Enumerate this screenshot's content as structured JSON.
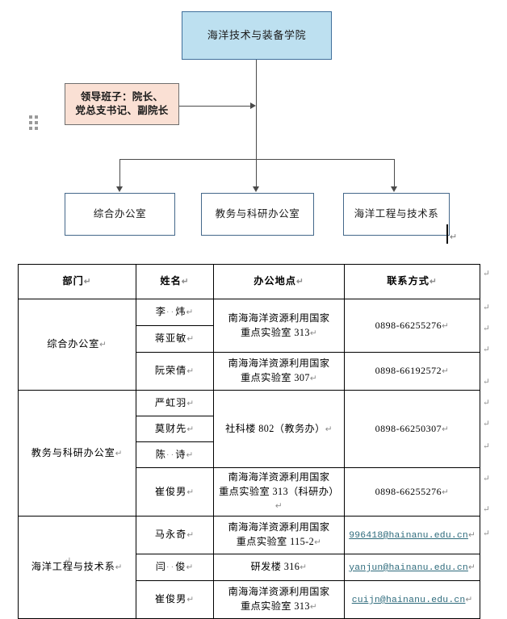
{
  "org_chart": {
    "root": {
      "label": "海洋技术与装备学院",
      "fill": "#bde0f0",
      "border": "#3f6f9b"
    },
    "leadership": {
      "label": "领导班子：院长、党总支书记、副院长",
      "line1": "领导班子：院长、",
      "line2": "党总支书记、副院长",
      "fill": "#fae0d4",
      "border": "#6f6f6f"
    },
    "children": [
      {
        "label": "综合办公室"
      },
      {
        "label": "教务与科研办公室"
      },
      {
        "label": "海洋工程与技术系"
      }
    ]
  },
  "table": {
    "headers": [
      "部门",
      "姓名",
      "办公地点",
      "联系方式"
    ],
    "groups": [
      {
        "department": "综合办公室",
        "rows": [
          {
            "name": "李　炜",
            "name_prefix": "李",
            "name_suffix": "炜",
            "place": "南海海洋资源利用国家重点实验室 313",
            "place_line1": "南海海洋资源利用国家",
            "place_line2": "重点实验室 313",
            "contact": "0898-66255276",
            "contact_type": "phone"
          },
          {
            "name": "蒋亚敏",
            "place_merged": true,
            "contact_merged": true
          },
          {
            "name": "阮荣倩",
            "place": "南海海洋资源利用国家重点实验室 307",
            "place_line1": "南海海洋资源利用国家",
            "place_line2": "重点实验室 307",
            "contact": "0898-66192572",
            "contact_type": "phone"
          }
        ]
      },
      {
        "department": "教务与科研办公室",
        "rows": [
          {
            "name": "严虹羽",
            "place": "社科楼 802（教务办）",
            "place_line1": "社科楼 802（教务办）",
            "place_line2": "",
            "contact": "0898-66250307",
            "contact_type": "phone"
          },
          {
            "name": "莫财先",
            "place_merged": true,
            "contact_merged": true
          },
          {
            "name": "陈　诗",
            "name_prefix": "陈",
            "name_suffix": "诗",
            "place_merged": true,
            "contact_merged": true
          },
          {
            "name": "崔俊男",
            "place": "南海海洋资源利用国家重点实验室 313（科研办）",
            "place_line1": "南海海洋资源利用国家",
            "place_line2": "重点实验室 313（科研办）",
            "contact": "0898-66255276",
            "contact_type": "phone"
          }
        ]
      },
      {
        "department": "海洋工程与技术系",
        "rows": [
          {
            "name": "马永奇",
            "place": "南海海洋资源利用国家重点实验室 115-2",
            "place_line1": "南海海洋资源利用国家",
            "place_line2": "重点实验室 115-2",
            "contact": "996418@hainanu.edu.cn",
            "contact_type": "email"
          },
          {
            "name": "闫　俊",
            "name_prefix": "闫",
            "name_suffix": "俊",
            "place": "研发楼 316",
            "place_line1": "研发楼 316",
            "place_line2": "",
            "contact": "yanjun@hainanu.edu.cn",
            "contact_type": "email"
          },
          {
            "name": "崔俊男",
            "place": "南海海洋资源利用国家重点实验室 313",
            "place_line1": "南海海洋资源利用国家",
            "place_line2": "重点实验室 313",
            "contact": "cuijn@hainanu.edu.cn",
            "contact_type": "email"
          }
        ]
      }
    ]
  },
  "marks": {
    "pilcrow": "↵",
    "space_dot": "··"
  },
  "colors": {
    "root_fill": "#bde0f0",
    "leadership_fill": "#fae0d4",
    "node_border": "#44688a",
    "link": "#2e6b7c",
    "mark": "#8c8c8c"
  }
}
